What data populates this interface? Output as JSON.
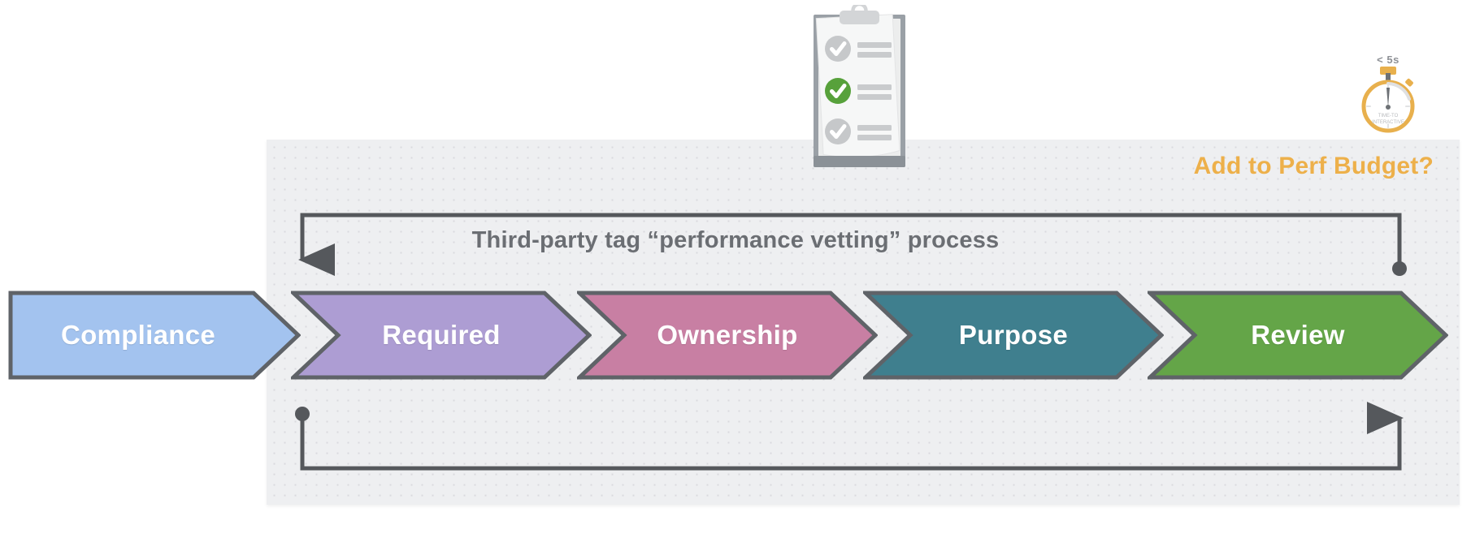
{
  "diagram": {
    "title": "Third-party tag “performance vetting” process",
    "header_label": "Add to Perf Budget?",
    "header_color": "#edb04a",
    "panel_bg": "#eeeff1",
    "loop_color": "#55585c"
  },
  "stages": [
    {
      "label": "Compliance",
      "color": "#a3c3ef",
      "stroke": "#5f6368",
      "order": 1
    },
    {
      "label": "Required",
      "color": "#ad9dd3",
      "stroke": "#5f6368",
      "order": 2
    },
    {
      "label": "Ownership",
      "color": "#c87fa3",
      "stroke": "#5f6368",
      "order": 3
    },
    {
      "label": "Purpose",
      "color": "#3f7f8e",
      "stroke": "#5f6368",
      "order": 4
    },
    {
      "label": "Review",
      "color": "#64a548",
      "stroke": "#5f6368",
      "order": 5
    }
  ],
  "stopwatch": {
    "caption": "< 5s",
    "dial_line_1": "TIME-TO",
    "dial_line_2": "INTERACTIVE",
    "color": "#e8b04d"
  },
  "clipboard": {
    "items": [
      {
        "state": "pending",
        "check_color": "#c6c8ca"
      },
      {
        "state": "done",
        "check_color": "#57a13b"
      },
      {
        "state": "pending",
        "check_color": "#c6c8ca"
      }
    ]
  },
  "loops": {
    "top": {
      "from": "Review",
      "to": "Compliance",
      "arrow_end": "left-down",
      "dot_end": "right"
    },
    "bottom": {
      "from": "Compliance",
      "to": "Review",
      "arrow_end": "right-up",
      "dot_end": "left"
    }
  }
}
